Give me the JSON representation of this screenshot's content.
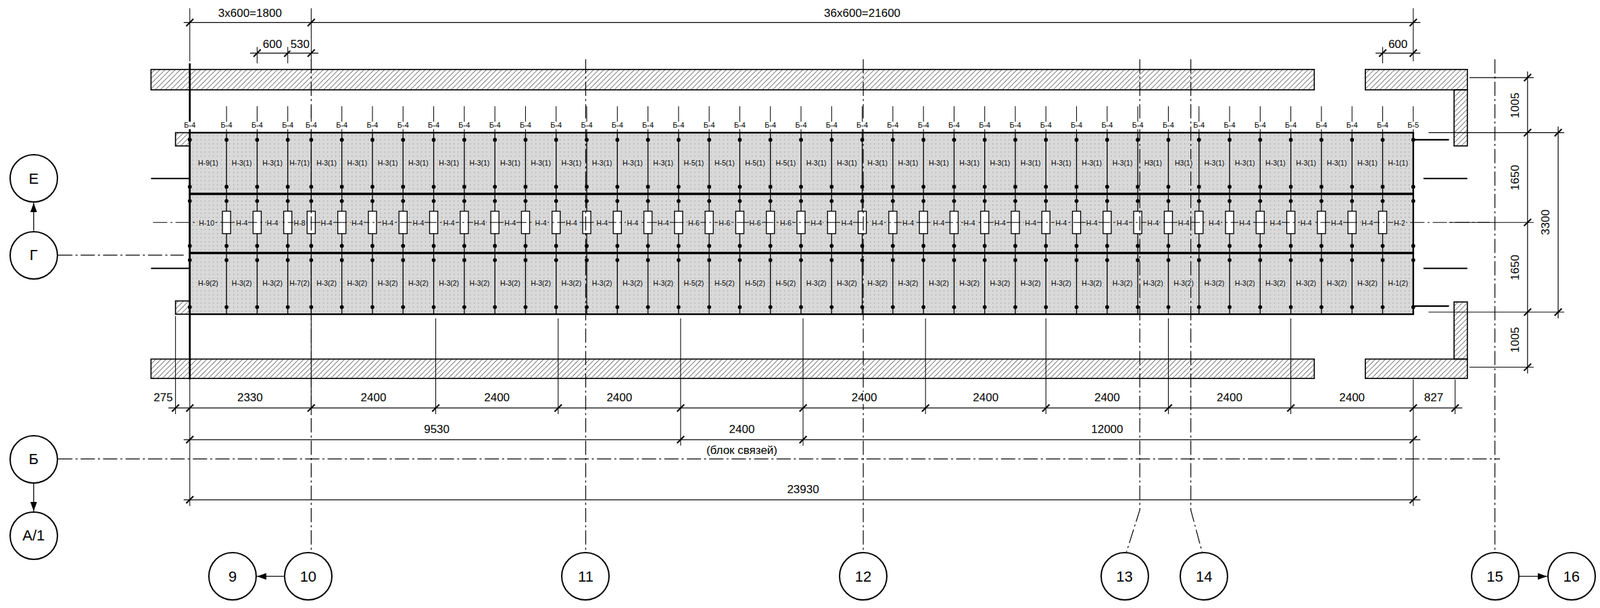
{
  "diagram": {
    "nodes": [
      {
        "text": [
          "Е"
        ]
      },
      {
        "text": [
          "Г"
        ]
      },
      {
        "text": [
          "Б"
        ]
      },
      {
        "text": [
          "А/1"
        ]
      },
      {
        "text": [
          "Н-9(1)"
        ]
      },
      {
        "text": [
          "Н-3(1)"
        ]
      },
      {
        "text": [
          "Н-3(1)"
        ]
      },
      {
        "text": [
          "Н-7(1)"
        ]
      },
      {
        "text": [
          "Н-3(1)"
        ]
      },
      {
        "text": [
          "Н-3(1)"
        ]
      },
      {
        "text": [
          "Н-3(1)"
        ]
      },
      {
        "text": [
          "Н-3(1)"
        ]
      },
      {
        "text": [
          "Н-3(1)"
        ]
      },
      {
        "text": [
          "Н-3(1)"
        ]
      },
      {
        "text": [
          "Н-3(1)"
        ]
      },
      {
        "text": [
          "Н-3(1)"
        ]
      },
      {
        "text": [
          "Н-3(1)"
        ]
      },
      {
        "text": [
          "Н-3(1)"
        ]
      },
      {
        "text": [
          "Н-3(1)"
        ]
      },
      {
        "text": [
          "Н-3(1)"
        ]
      },
      {
        "text": [
          "Н-5(1)"
        ]
      },
      {
        "text": [
          "Н-5(1)"
        ]
      },
      {
        "text": [
          "Н-5(1)"
        ]
      },
      {
        "text": [
          "Н-5(1)"
        ]
      },
      {
        "text": [
          "Н-3(1)"
        ]
      },
      {
        "text": [
          "Н-3(1)"
        ]
      },
      {
        "text": [
          "Н-3(1)"
        ]
      },
      {
        "text": [
          "Н-3(1)"
        ]
      },
      {
        "text": [
          "Н-3(1)"
        ]
      },
      {
        "text": [
          "Н-3(1)"
        ]
      },
      {
        "text": [
          "Н-3(1)"
        ]
      },
      {
        "text": [
          "Н-3(1)"
        ]
      },
      {
        "text": [
          "Н-3(1)"
        ]
      },
      {
        "text": [
          "Н-3(1)"
        ]
      },
      {
        "text": [
          "Н-3(1)"
        ]
      },
      {
        "text": [
          "Н3(1)"
        ]
      },
      {
        "text": [
          "Н3(1)"
        ]
      },
      {
        "text": [
          "Н-3(1)"
        ]
      },
      {
        "text": [
          "Н-3(1)"
        ]
      },
      {
        "text": [
          "Н-3(1)"
        ]
      },
      {
        "text": [
          "Н-3(1)"
        ]
      },
      {
        "text": [
          "Н-3(1)"
        ]
      },
      {
        "text": [
          "Н-3(1)"
        ]
      },
      {
        "text": [
          "Н-1(1)"
        ]
      },
      {
        "text": [
          "Н-10"
        ]
      },
      {
        "text": [
          "Н-4"
        ]
      },
      {
        "text": [
          "Н-4"
        ]
      },
      {
        "text": [
          "Н-8"
        ]
      },
      {
        "text": [
          "Н-4"
        ]
      },
      {
        "text": [
          "Н-4"
        ]
      },
      {
        "text": [
          "Н-4"
        ]
      },
      {
        "text": [
          "Н-4"
        ]
      },
      {
        "text": [
          "Н-4"
        ]
      },
      {
        "text": [
          "Н-4"
        ]
      },
      {
        "text": [
          "Н-4"
        ]
      },
      {
        "text": [
          "Н-4"
        ]
      },
      {
        "text": [
          "Н-4"
        ]
      },
      {
        "text": [
          "Н-4"
        ]
      },
      {
        "text": [
          "Н-4"
        ]
      },
      {
        "text": [
          "Н-4"
        ]
      },
      {
        "text": [
          "Н-6"
        ]
      },
      {
        "text": [
          "Н-6"
        ]
      },
      {
        "text": [
          "Н-6"
        ]
      },
      {
        "text": [
          "Н-6"
        ]
      },
      {
        "text": [
          "Н-4"
        ]
      },
      {
        "text": [
          "Н-4"
        ]
      },
      {
        "text": [
          "Н-4"
        ]
      },
      {
        "text": [
          "Н-4"
        ]
      },
      {
        "text": [
          "Н-4"
        ]
      },
      {
        "text": [
          "Н-4"
        ]
      },
      {
        "text": [
          "Н-4"
        ]
      },
      {
        "text": [
          "Н-4"
        ]
      },
      {
        "text": [
          "Н-4"
        ]
      },
      {
        "text": [
          "Н-4"
        ]
      },
      {
        "text": [
          "Н-4"
        ]
      },
      {
        "text": [
          "Н-4"
        ]
      },
      {
        "text": [
          "Н-4"
        ]
      },
      {
        "text": [
          "Н-4"
        ]
      },
      {
        "text": [
          "Н-4"
        ]
      },
      {
        "text": [
          "Н-4"
        ]
      },
      {
        "text": [
          "Н-4"
        ]
      },
      {
        "text": [
          "Н-4"
        ]
      },
      {
        "text": [
          "Н-4"
        ]
      },
      {
        "text": [
          "Н-2"
        ]
      },
      {
        "text": [
          "Н-9(2)"
        ]
      },
      {
        "text": [
          "Н-3(2)"
        ]
      },
      {
        "text": [
          "Н-3(2)"
        ]
      },
      {
        "text": [
          "Н-7(2)"
        ]
      },
      {
        "text": [
          "Н-3(2)"
        ]
      },
      {
        "text": [
          "Н-3(2)"
        ]
      },
      {
        "text": [
          "Н-3(2)"
        ]
      },
      {
        "text": [
          "Н-3(2)"
        ]
      },
      {
        "text": [
          "Н-3(2)"
        ]
      },
      {
        "text": [
          "Н-3(2)"
        ]
      },
      {
        "text": [
          "Н-3(2)"
        ]
      },
      {
        "text": [
          "Н-3(2)"
        ]
      },
      {
        "text": [
          "Н-3(2)"
        ]
      },
      {
        "text": [
          "Н-3(2)"
        ]
      },
      {
        "text": [
          "Н-3(2)"
        ]
      },
      {
        "text": [
          "Н-3(2)"
        ]
      },
      {
        "text": [
          "Н-5(2)"
        ]
      },
      {
        "text": [
          "Н-5(2)"
        ]
      },
      {
        "text": [
          "Н-5(2)"
        ]
      },
      {
        "text": [
          "Н-5(2)"
        ]
      },
      {
        "text": [
          "Н-3(2)"
        ]
      },
      {
        "text": [
          "Н-3(2)"
        ]
      },
      {
        "text": [
          "Н-3(2)"
        ]
      },
      {
        "text": [
          "Н-3(2)"
        ]
      },
      {
        "text": [
          "Н-3(2)"
        ]
      },
      {
        "text": [
          "Н-3(2)"
        ]
      },
      {
        "text": [
          "Н-3(2)"
        ]
      },
      {
        "text": [
          "Н-3(2)"
        ]
      },
      {
        "text": [
          "Н-3(2)"
        ]
      },
      {
        "text": [
          "Н-3(2)"
        ]
      },
      {
        "text": [
          "Н-3(2)"
        ]
      },
      {
        "text": [
          "Н-3(2)"
        ]
      },
      {
        "text": [
          "Н-3(2)"
        ]
      },
      {
        "text": [
          "Н-3(2)"
        ]
      },
      {
        "text": [
          "Н-3(2)"
        ]
      },
      {
        "text": [
          "Н-3(2)"
        ]
      },
      {
        "text": [
          "Н-3(2)"
        ]
      },
      {
        "text": [
          "Н-3(2)"
        ]
      },
      {
        "text": [
          "Н-3(2)"
        ]
      },
      {
        "text": [
          "Н-1(2)"
        ]
      },
      {
        "text": [
          "9"
        ]
      },
      {
        "text": [
          "10"
        ]
      },
      {
        "text": [
          "11"
        ]
      },
      {
        "text": [
          "12"
        ]
      },
      {
        "text": [
          "13"
        ]
      },
      {
        "text": [
          "14"
        ]
      },
      {
        "text": [
          "15"
        ]
      },
      {
        "text": [
          "16"
        ]
      }
    ],
    "edges": [
      {
        "from": 1,
        "to": 0,
        "arrow": "to"
      },
      {
        "from": 2,
        "to": 3,
        "arrow": "to"
      },
      {
        "from": 125,
        "to": 124,
        "arrow": "to"
      },
      {
        "from": 130,
        "to": 131,
        "arrow": "to"
      }
    ],
    "labels": [
      "3x600=1800",
      "36x600=21600",
      "600",
      "530",
      "600",
      "Б-4",
      "Б-4",
      "Б-4",
      "Б-4",
      "Б-4",
      "Б-4",
      "Б-4",
      "Б-4",
      "Б-4",
      "Б-4",
      "Б-4",
      "Б-4",
      "Б-4",
      "Б-4",
      "Б-4",
      "Б-4",
      "Б-4",
      "Б-4",
      "Б-4",
      "Б-4",
      "Б-4",
      "Б-4",
      "Б-4",
      "Б-4",
      "Б-4",
      "Б-4",
      "Б-4",
      "Б-4",
      "Б-4",
      "Б-4",
      "Б-4",
      "Б-4",
      "Б-4",
      "Б-4",
      "Б-4",
      "Б-4",
      "Б-4",
      "Б-4",
      "Б-4",
      "Б-4",
      "Б-5",
      "1005",
      "1650",
      "3300",
      "1650",
      "1005",
      "275",
      "2330",
      "2400",
      "2400",
      "2400",
      "2400",
      "2400",
      "2400",
      "2400",
      "2400",
      "827",
      "9530",
      "2400",
      "12000",
      "(блок связей)",
      "23930"
    ]
  }
}
